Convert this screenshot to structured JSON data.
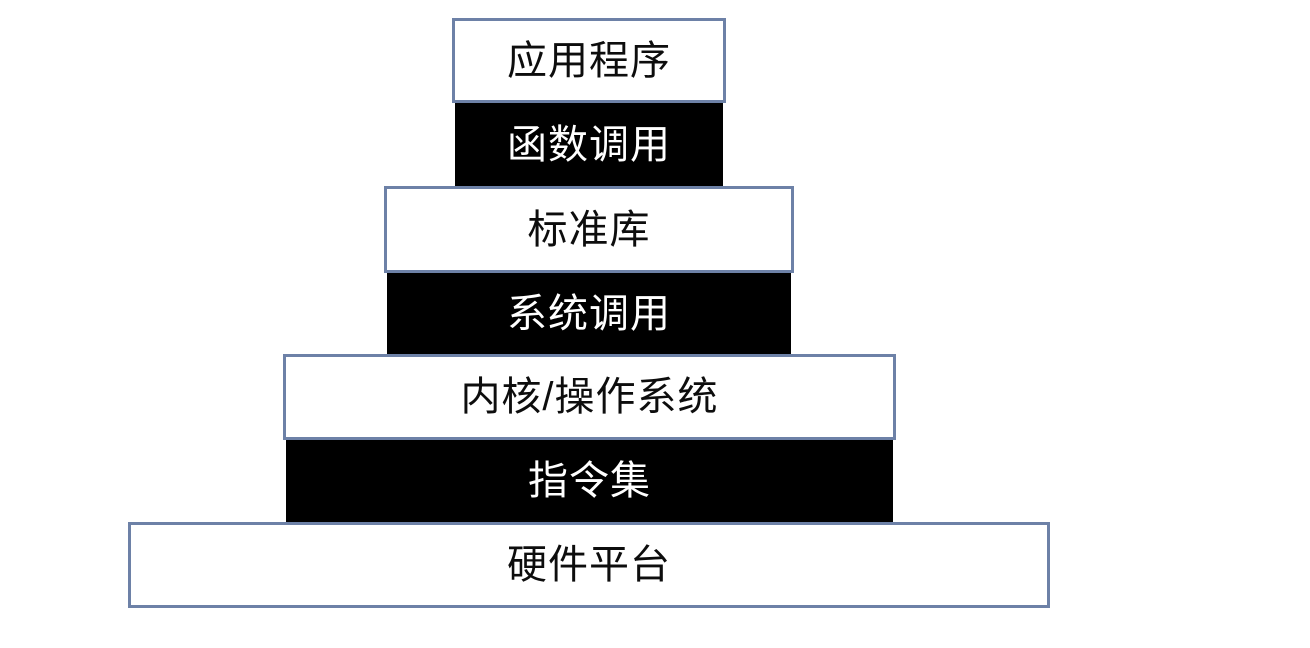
{
  "diagram": {
    "type": "layer-stack",
    "description": "Pyramid-style stack of system abstraction layers, widest at the bottom",
    "layers": [
      {
        "level": 1,
        "label": "应用程序",
        "style": "outlined"
      },
      {
        "level": 2,
        "label": "函数调用",
        "style": "solid"
      },
      {
        "level": 3,
        "label": "标准库",
        "style": "outlined"
      },
      {
        "level": 4,
        "label": "系统调用",
        "style": "solid"
      },
      {
        "level": 5,
        "label": "内核/操作系统",
        "style": "outlined"
      },
      {
        "level": 6,
        "label": "指令集",
        "style": "solid"
      },
      {
        "level": 7,
        "label": "硬件平台",
        "style": "outlined"
      }
    ],
    "colors": {
      "background": "#ffffff",
      "border": "#6d81a7",
      "outlined_fill": "#ffffff",
      "outlined_text": "#0d0d0d",
      "solid_fill": "#000000",
      "solid_text": "#ffffff"
    }
  }
}
